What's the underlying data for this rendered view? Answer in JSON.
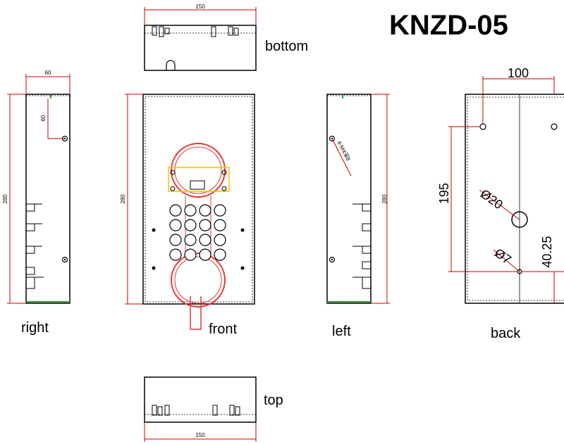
{
  "title": "KNZD-05",
  "views": {
    "bottom": "bottom",
    "top": "top",
    "right": "right",
    "front": "front",
    "left": "left",
    "back": "back"
  },
  "dimensions": {
    "bottom_width": "150",
    "top_width": "150",
    "right_width": "60",
    "right_offset": "60",
    "right_height": "280",
    "front_height": "280",
    "left_height": "280",
    "left_hole_note": "4-M4深8",
    "back_width": "100",
    "back_height": "195",
    "back_big_hole": "Ø20",
    "back_small_hole": "Ø7",
    "back_bottom_offset": "40.25"
  },
  "colors": {
    "outline": "#000000",
    "dimension": "#cc0000",
    "handset": "#e53935",
    "bracket": "#f2c200",
    "ground": "#2e9e2e"
  }
}
